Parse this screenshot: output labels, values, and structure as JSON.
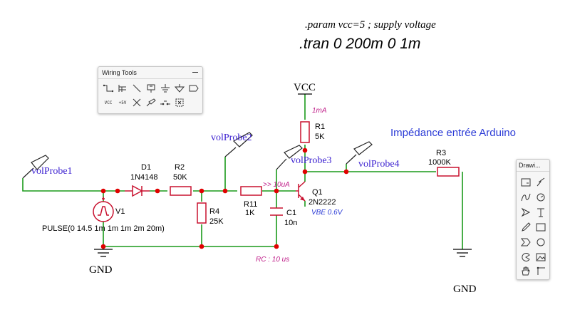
{
  "directives": {
    "param": ".param vcc=5 ; supply voltage",
    "tran": ".tran 0 200m 0 1m"
  },
  "title_note": "Impédance entrée Arduino",
  "supply": {
    "vcc": "VCC",
    "current": "1mA"
  },
  "probes": [
    "volProbe1",
    "volProbe2",
    "volProbe3",
    "volProbe4"
  ],
  "components": {
    "D1": {
      "name": "D1",
      "value": "1N4148"
    },
    "R2": {
      "name": "R2",
      "value": "50K"
    },
    "R4": {
      "name": "R4",
      "value": "25K"
    },
    "R11": {
      "name": "R11",
      "value": "1K"
    },
    "C1": {
      "name": "C1",
      "value": "10n"
    },
    "Q1": {
      "name": "Q1",
      "value": "2N2222"
    },
    "R1": {
      "name": "R1",
      "value": "5K"
    },
    "R3": {
      "name": "R3",
      "value": "1000K"
    },
    "V1": {
      "name": "V1",
      "value": "PULSE(0 14.5 1m 1m 1m 2m 20m)"
    }
  },
  "annotations": {
    "base_current": ">> 10uA",
    "vbe": "VBE 0.6V",
    "rc": "RC : 10 us"
  },
  "grounds": [
    "GND",
    "GND"
  ],
  "panels": {
    "wiring": {
      "title": "Wiring Tools",
      "vcc_label": "VCC",
      "plus5_label": "+5V"
    },
    "drawing": {
      "title": "Drawi..."
    }
  },
  "colors": {
    "wire": "#1a9a1a",
    "component": "#c8102e",
    "node": "#e00000",
    "probe_text": "#3a1fd0",
    "annotation": "#c0208a"
  }
}
